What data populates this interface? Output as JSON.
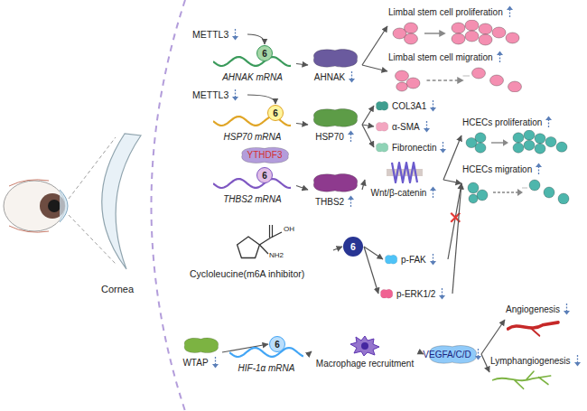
{
  "diagram": {
    "nodes": [
      {
        "text": [
          "METTL3"
        ]
      },
      {
        "text": [
          "6",
          "AHNAK mRNA"
        ]
      },
      {
        "text": [
          "AHNAK"
        ]
      },
      {
        "text": [
          "Limbal stem cell proliferation"
        ]
      },
      {
        "text": [
          "Limbal stem cell migration"
        ]
      },
      {
        "text": [
          "METTL3"
        ]
      },
      {
        "text": [
          "6",
          "HSP70 mRNA"
        ]
      },
      {
        "text": [
          "HSP70"
        ]
      },
      {
        "text": [
          "COL3A1"
        ]
      },
      {
        "text": [
          "α-SMA"
        ]
      },
      {
        "text": [
          "Fibronectin"
        ]
      },
      {
        "text": [
          "YTHDF3"
        ]
      },
      {
        "text": [
          "6",
          "THBS2 mRNA"
        ]
      },
      {
        "text": [
          "THBS2"
        ]
      },
      {
        "text": [
          "Wnt/β-catenin"
        ]
      },
      {
        "text": [
          "HCECs proliferation"
        ]
      },
      {
        "text": [
          "HCECs migration"
        ]
      },
      {
        "text": [
          "OH",
          "NH2",
          "Cycloleucine(m6A inhibitor)"
        ]
      },
      {
        "text": [
          "6"
        ]
      },
      {
        "text": [
          "p-FAK"
        ]
      },
      {
        "text": [
          "p-ERK1/2"
        ]
      },
      {
        "text": [
          "WTAP"
        ]
      },
      {
        "text": [
          "6",
          "HIF-1α mRNA"
        ]
      },
      {
        "text": [
          "Macrophage recruitment"
        ]
      },
      {
        "text": [
          "VEGFA/C/D"
        ]
      },
      {
        "text": [
          "Angiogenesis"
        ]
      },
      {
        "text": [
          "Lymphangiogenesis"
        ]
      }
    ],
    "edges": [
      {
        "from": 0,
        "to": 1,
        "arrow": "to"
      },
      {
        "from": 1,
        "to": 2,
        "arrow": "to"
      },
      {
        "from": 2,
        "to": 3,
        "arrow": "to"
      },
      {
        "from": 2,
        "to": 4,
        "arrow": "to"
      },
      {
        "from": 5,
        "to": 6,
        "arrow": "to"
      },
      {
        "from": 6,
        "to": 7,
        "arrow": "to"
      },
      {
        "from": 7,
        "to": 8,
        "arrow": "to"
      },
      {
        "from": 7,
        "to": 9,
        "arrow": "to"
      },
      {
        "from": 7,
        "to": 10,
        "arrow": "to"
      },
      {
        "from": 12,
        "to": 13,
        "arrow": "to"
      },
      {
        "from": 13,
        "to": 14,
        "arrow": "to"
      },
      {
        "from": 14,
        "to": 15,
        "arrow": "to"
      },
      {
        "from": 14,
        "to": 16,
        "arrow": "to"
      },
      {
        "from": 17,
        "to": 18,
        "arrow": "to"
      },
      {
        "from": 18,
        "to": 19,
        "arrow": "to"
      },
      {
        "from": 18,
        "to": 20,
        "arrow": "to"
      },
      {
        "from": 19,
        "to": 16,
        "arrow": "to"
      },
      {
        "from": 20,
        "to": 16,
        "arrow": "to"
      },
      {
        "from": 21,
        "to": 22,
        "arrow": "to"
      },
      {
        "from": 22,
        "to": 23,
        "arrow": "to"
      },
      {
        "from": 23,
        "to": 24,
        "arrow": "to"
      },
      {
        "from": 24,
        "to": 25,
        "arrow": "to"
      },
      {
        "from": 24,
        "to": 26,
        "arrow": "to"
      }
    ],
    "labels": [
      "Cornea"
    ]
  }
}
